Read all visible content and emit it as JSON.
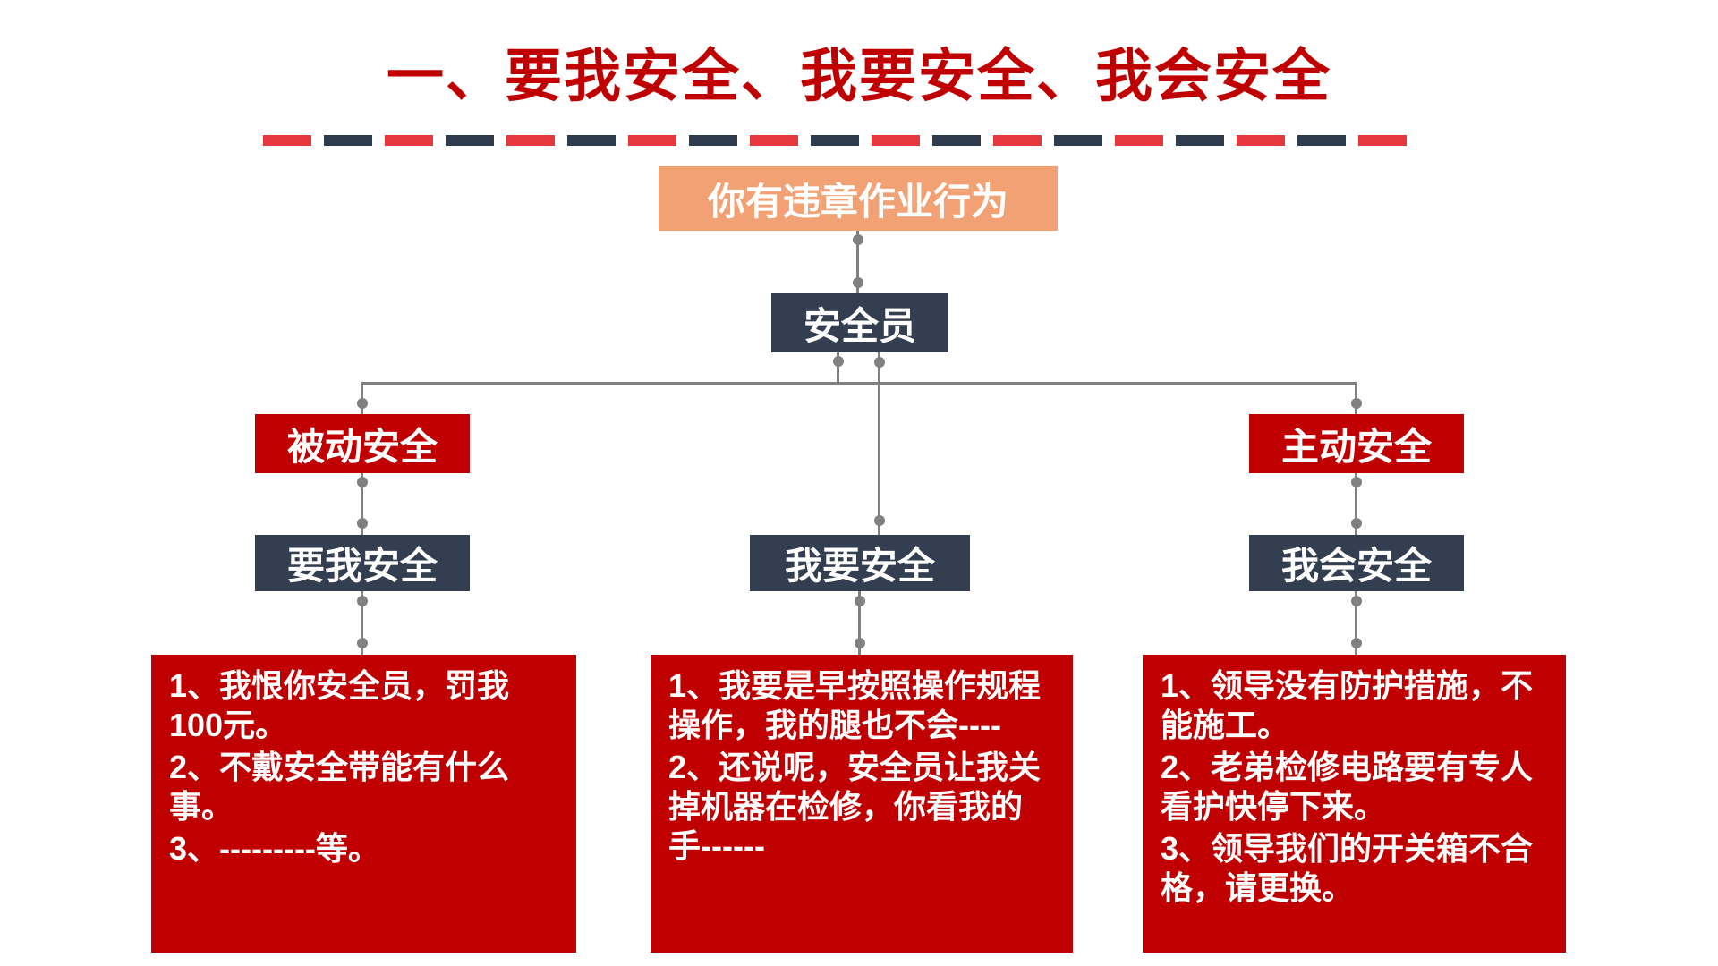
{
  "title": "一、要我安全、我要安全、我会安全",
  "colors": {
    "title_red": "#C00000",
    "box_red": "#C00000",
    "navy": "#333F50",
    "orange": "#F1A173",
    "connector_gray": "#808080",
    "dash_red": "#E5383F",
    "dash_navy": "#2E3A4E"
  },
  "diagram": {
    "root": "你有违章作业行为",
    "level1": "安全员",
    "branches": {
      "left": {
        "category": "被动安全",
        "label": "要我安全",
        "items": [
          "1、我恨你安全员，罚我100元。",
          "2、不戴安全带能有什么事。",
          "3、---------等。"
        ]
      },
      "middle": {
        "label": "我要安全",
        "items": [
          "1、我要是早按照操作规程操作，我的腿也不会----",
          "2、还说呢，安全员让我关掉机器在检修，你看我的手------"
        ]
      },
      "right": {
        "category": "主动安全",
        "label": "我会安全",
        "items": [
          "1、领导没有防护措施，不能施工。",
          "2、老弟检修电路要有专人看护快停下来。",
          "3、领导我们的开关箱不合格，请更换。"
        ]
      }
    }
  }
}
